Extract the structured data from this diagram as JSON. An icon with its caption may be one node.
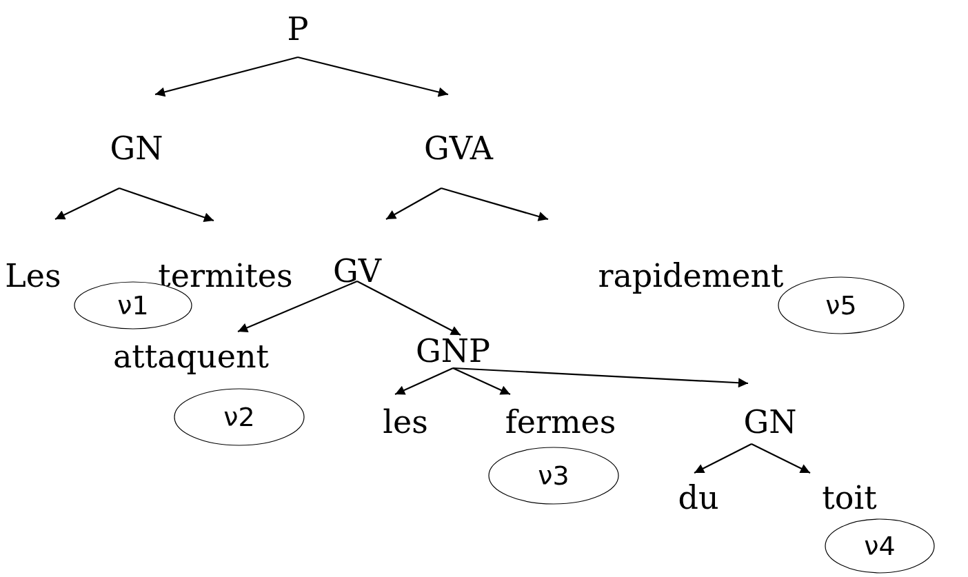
{
  "diagram": {
    "nodes": [
      {
        "text": [
          "P"
        ]
      },
      {
        "text": [
          "GN"
        ]
      },
      {
        "text": [
          "GVA"
        ]
      },
      {
        "text": [
          "Les"
        ]
      },
      {
        "text": [
          "termites"
        ]
      },
      {
        "text": [
          "GV"
        ]
      },
      {
        "text": [
          "rapidement"
        ]
      },
      {
        "text": [
          "attaquent"
        ]
      },
      {
        "text": [
          "GNP"
        ]
      },
      {
        "text": [
          "les"
        ]
      },
      {
        "text": [
          "fermes"
        ]
      },
      {
        "text": [
          "GN"
        ]
      },
      {
        "text": [
          "du"
        ]
      },
      {
        "text": [
          "toit"
        ]
      },
      {
        "text": [
          "ν1"
        ]
      },
      {
        "text": [
          "ν2"
        ]
      },
      {
        "text": [
          "ν3"
        ]
      },
      {
        "text": [
          "ν4"
        ]
      },
      {
        "text": [
          "ν5"
        ]
      }
    ],
    "edges": [
      {
        "from": 0,
        "to": 1,
        "arrow": "to"
      },
      {
        "from": 0,
        "to": 2,
        "arrow": "to"
      },
      {
        "from": 1,
        "to": 3,
        "arrow": "to"
      },
      {
        "from": 1,
        "to": 4,
        "arrow": "to"
      },
      {
        "from": 2,
        "to": 5,
        "arrow": "to"
      },
      {
        "from": 2,
        "to": 6,
        "arrow": "to"
      },
      {
        "from": 5,
        "to": 7,
        "arrow": "to"
      },
      {
        "from": 5,
        "to": 8,
        "arrow": "to"
      },
      {
        "from": 8,
        "to": 9,
        "arrow": "to"
      },
      {
        "from": 8,
        "to": 10,
        "arrow": "to"
      },
      {
        "from": 8,
        "to": 11,
        "arrow": "to"
      },
      {
        "from": 11,
        "to": 12,
        "arrow": "to"
      },
      {
        "from": 11,
        "to": 13,
        "arrow": "to"
      }
    ]
  }
}
